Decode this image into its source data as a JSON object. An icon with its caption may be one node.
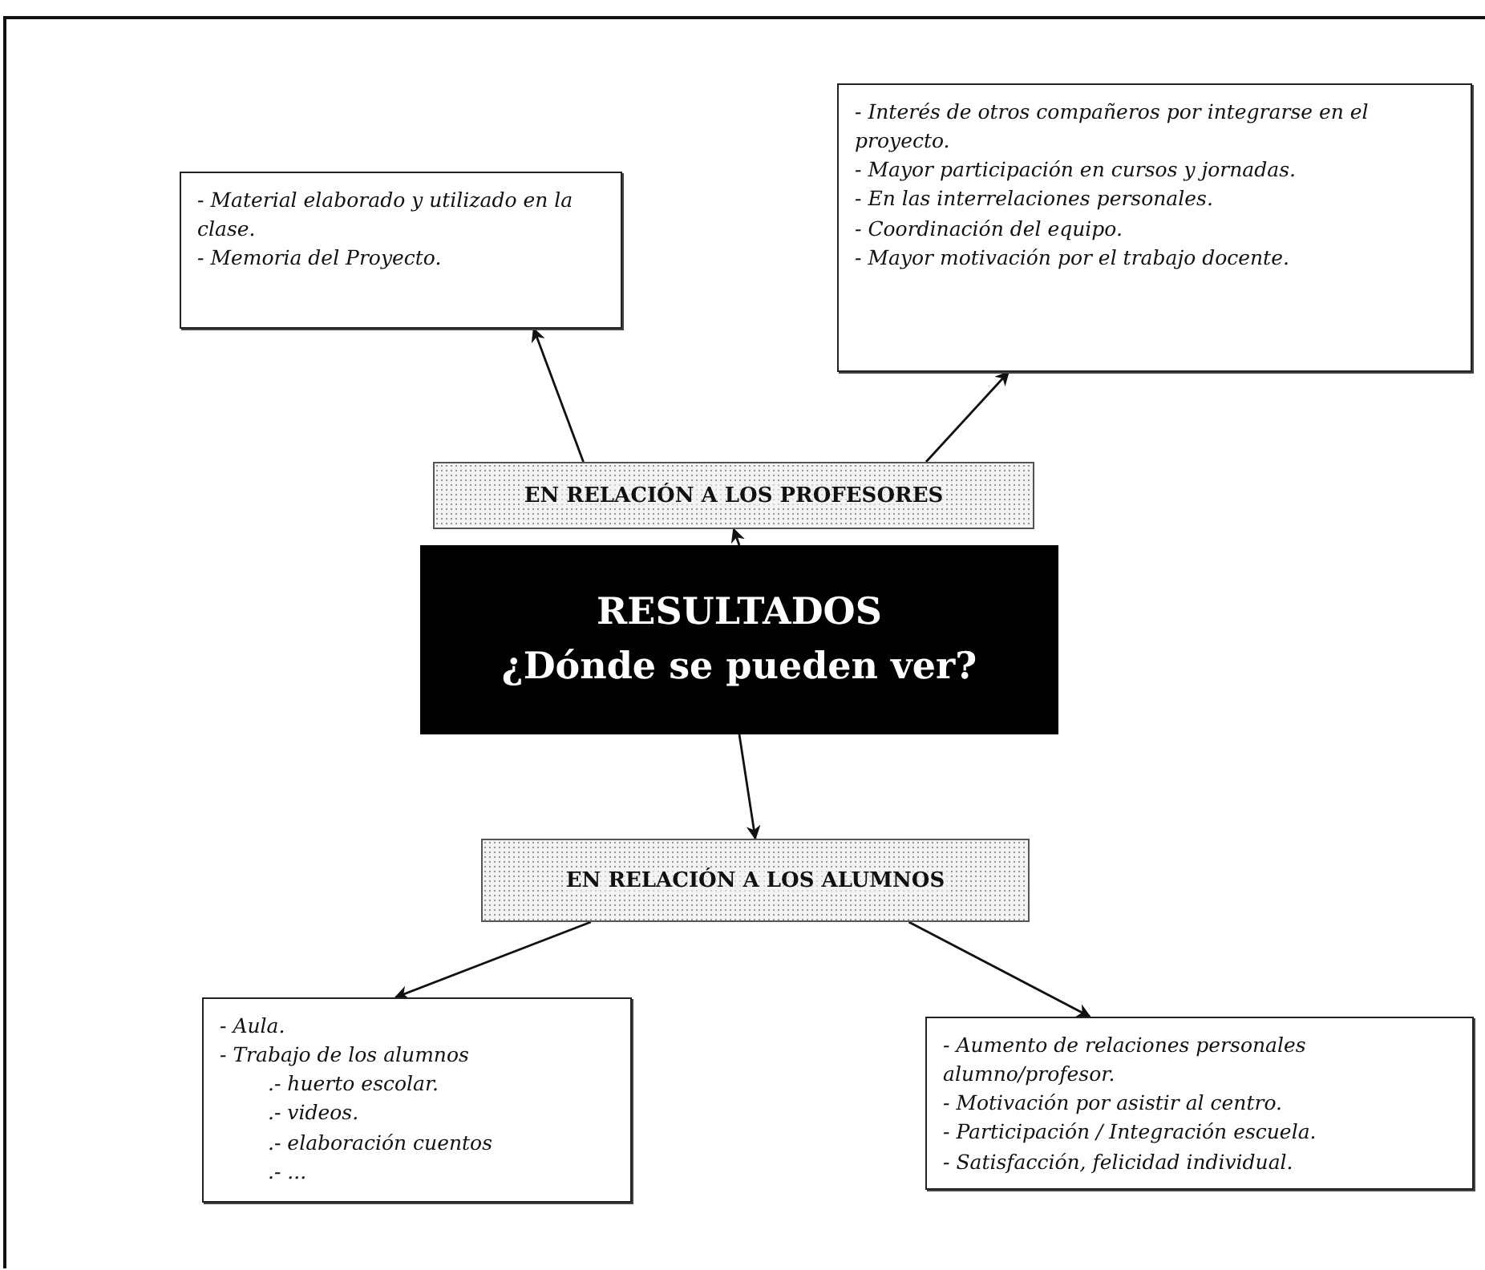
{
  "diagram": {
    "nodes": [
      {
        "text": [
          "- Material elaborado y utilizado en la clase.",
          "- Memoria del Proyecto."
        ]
      },
      {
        "text": [
          "- Interés de otros compañeros por integrarse en el proyecto.",
          "- Mayor participación en cursos y jornadas.",
          "- En las interrelaciones personales.",
          "- Coordinación del equipo.",
          "- Mayor motivación por el trabajo docente."
        ]
      },
      {
        "text": [
          "EN RELACIÓN A LOS PROFESORES"
        ]
      },
      {
        "text": [
          "RESULTADOS",
          "¿Dónde se pueden ver?"
        ]
      },
      {
        "text": [
          "EN RELACIÓN A LOS ALUMNOS"
        ]
      },
      {
        "text": [
          "- Aula.",
          "- Trabajo de los alumnos",
          ".- huerto escolar.",
          ".- videos.",
          ".- elaboración cuentos",
          ".- ..."
        ]
      },
      {
        "text": [
          "- Aumento de relaciones personales alumno/profesor.",
          "- Motivación por asistir al centro.",
          "- Participación / Integración escuela.",
          "- Satisfacción, felicidad individual."
        ]
      }
    ],
    "edges": [
      {
        "from": 3,
        "to": 2,
        "arrow": "to"
      },
      {
        "from": 3,
        "to": 4,
        "arrow": "to"
      },
      {
        "from": 2,
        "to": 0,
        "arrow": "to"
      },
      {
        "from": 2,
        "to": 1,
        "arrow": "to"
      },
      {
        "from": 4,
        "to": 5,
        "arrow": "to"
      },
      {
        "from": 4,
        "to": 6,
        "arrow": "to"
      }
    ]
  }
}
